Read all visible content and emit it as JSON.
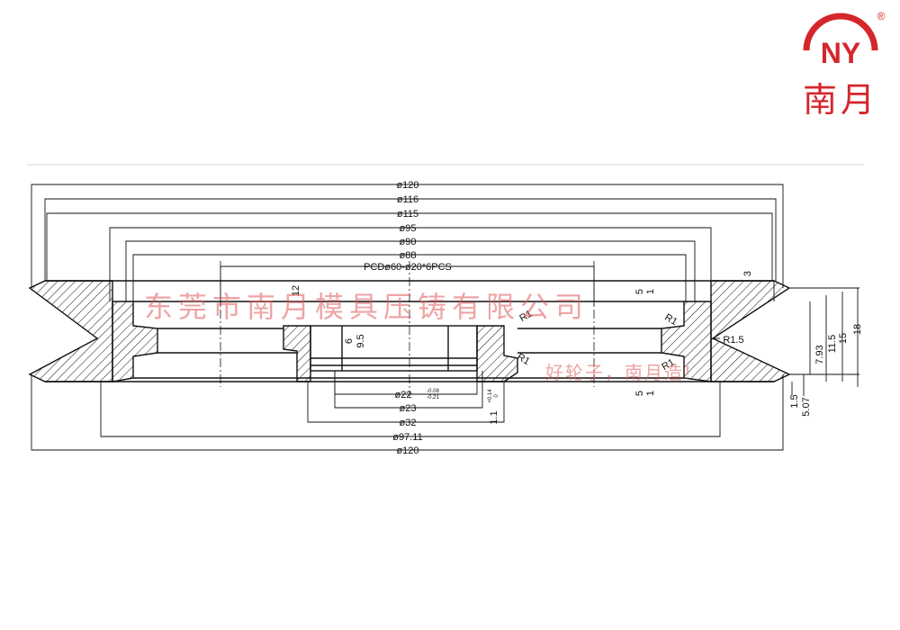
{
  "logo": {
    "mark": "NY",
    "name": "南月",
    "registered": "®",
    "color": "#d4262b"
  },
  "watermark": {
    "company": "东莞市南月模具压铸有限公司",
    "slogan": "好轮子，南月造!",
    "color": "#e05a5a"
  },
  "dimensions_top": [
    "ø120",
    "ø116",
    "ø115",
    "ø95",
    "ø90",
    "ø88",
    "PCDø60-ø20*6PCS"
  ],
  "dimensions_bottom": [
    "ø22",
    "ø23",
    "ø32",
    "ø97.11",
    "ø120"
  ],
  "bore_tolerance": {
    "upper": "-0.08",
    "lower": "-0.21"
  },
  "dimensions_right": [
    "3",
    "R1.5",
    "7.93",
    "11.5",
    "15",
    "18",
    "1.5",
    "5.07"
  ],
  "dimensions_center": [
    "12",
    "6",
    "9.5",
    "5",
    "1",
    "1.1",
    "+0.14",
    "0"
  ],
  "radius_labels": [
    "R1",
    "R1",
    "R1",
    "R1"
  ]
}
